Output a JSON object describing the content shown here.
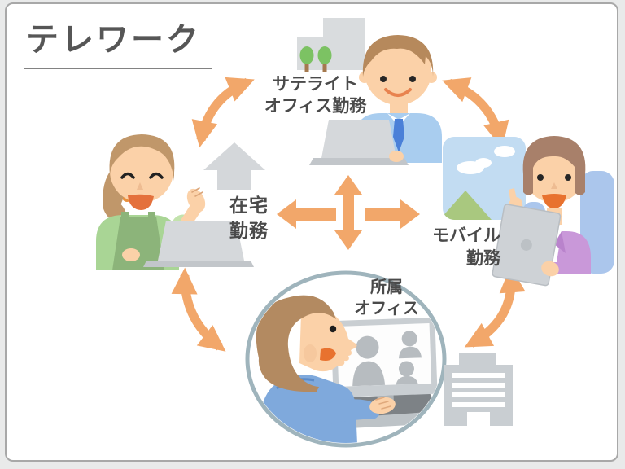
{
  "slide": {
    "title": "テレワーク"
  },
  "nodes": {
    "satellite_office": {
      "label": "サテライト\nオフィス勤務"
    },
    "home_work": {
      "label": "在宅\n勤務"
    },
    "mobile_work": {
      "label": "モバイル\n勤務"
    },
    "main_office": {
      "label": "所属\nオフィス"
    }
  },
  "colors": {
    "arrow_orange": "#f2a76a",
    "title_gray": "#565656",
    "label_gray": "#4a4a4a",
    "office_circle_border": "#9fb4bc"
  }
}
